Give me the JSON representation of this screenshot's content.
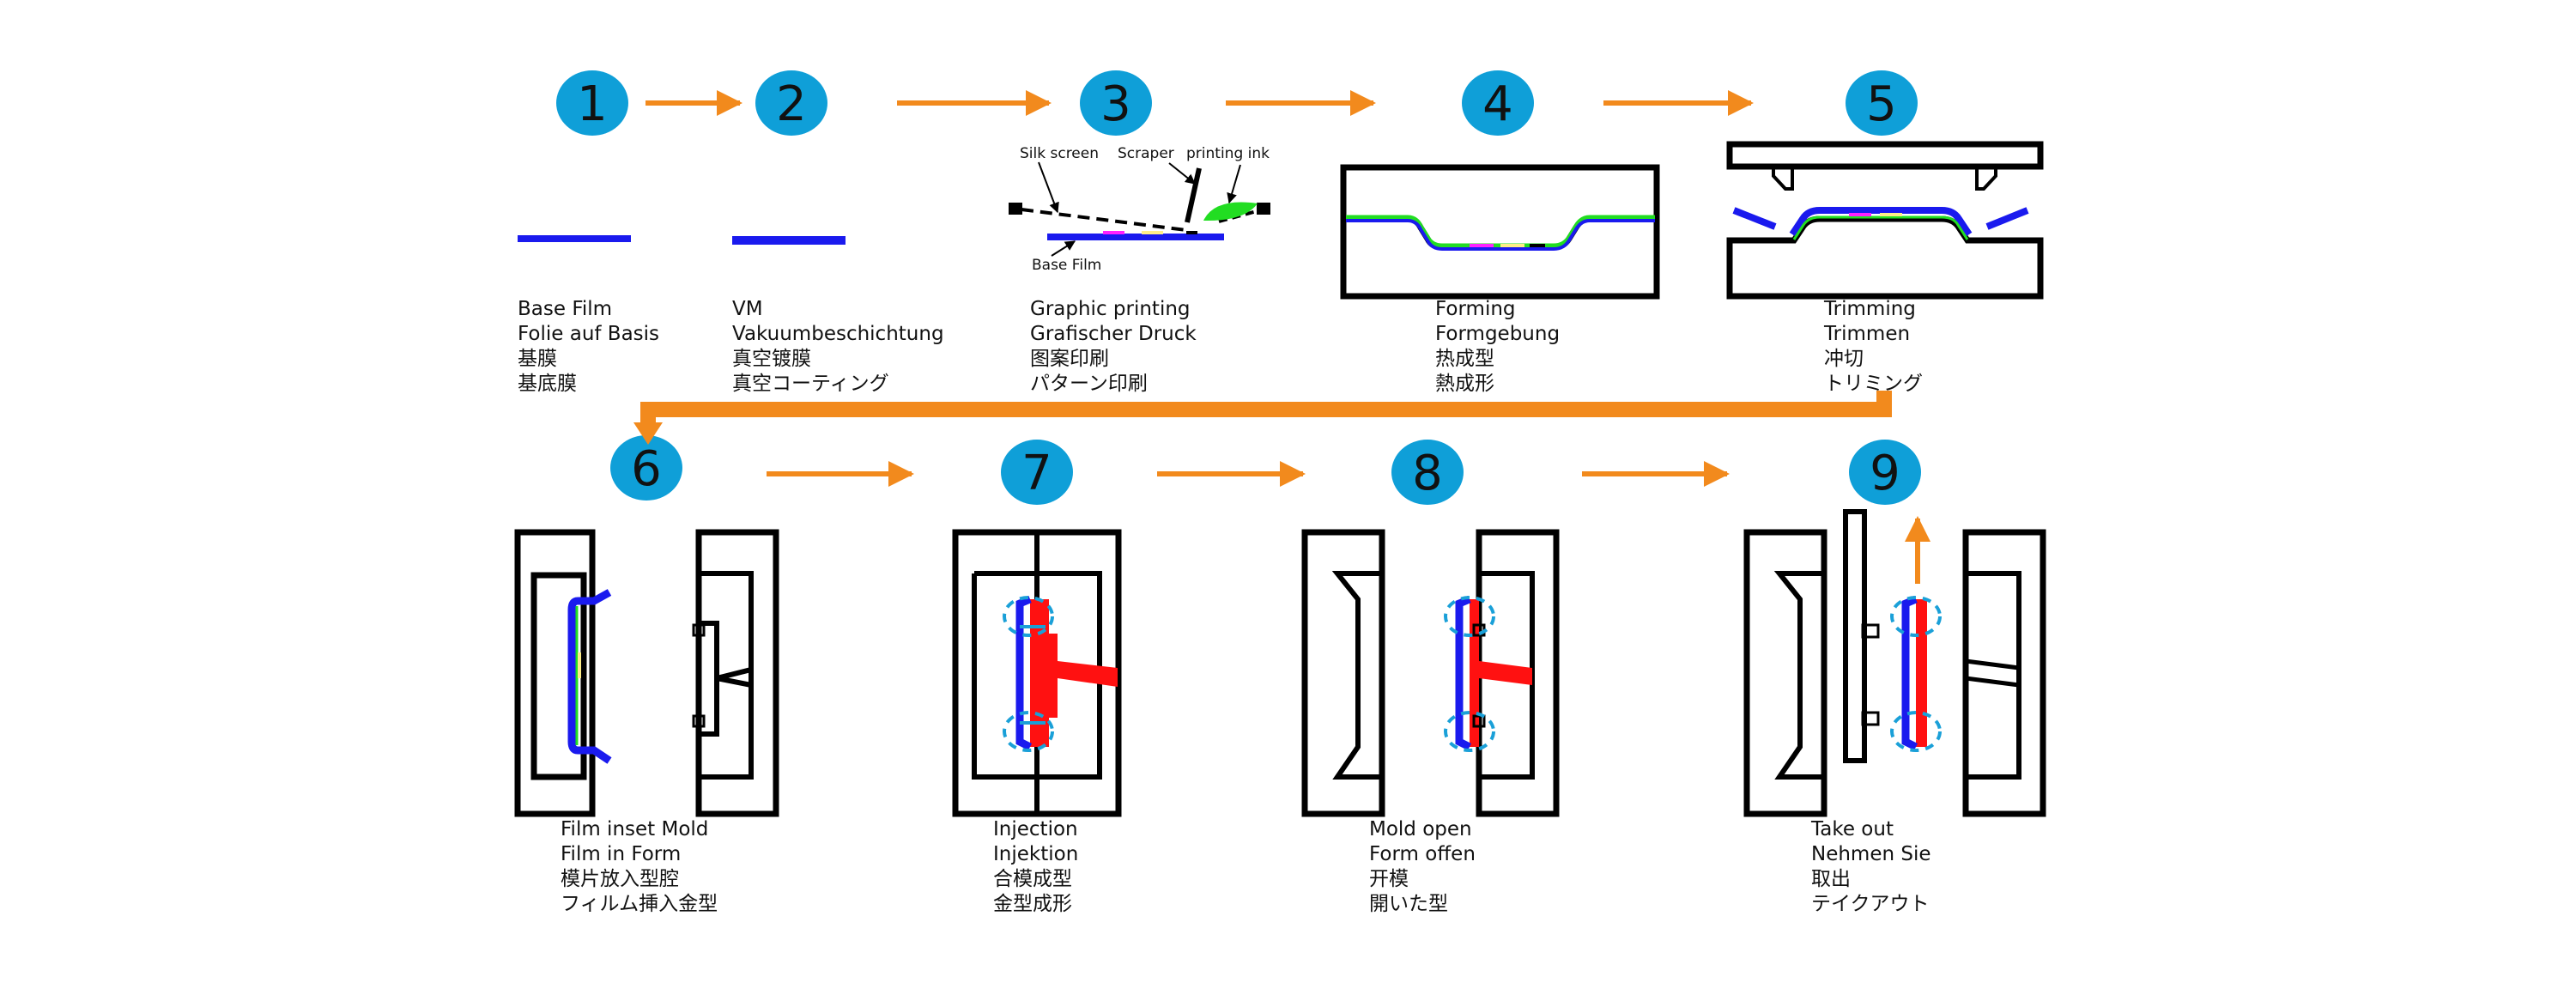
{
  "colors": {
    "badge": "#0f9fd8",
    "arrow": "#f28a1d",
    "film": "#1a1aee",
    "ink": "#22dd22",
    "resin": "#ff1111",
    "outline": "#000000",
    "pink": "#ff22ff",
    "yellow": "#ffee88",
    "dashed_ring": "#1aa0d8"
  },
  "steps": [
    {
      "number": "1",
      "lines": [
        "Base Film",
        "Folie auf Basis",
        "基膜",
        "基底膜"
      ]
    },
    {
      "number": "2",
      "lines": [
        "VM",
        "Vakuumbeschichtung",
        "真空镀膜",
        "真空コーティング"
      ]
    },
    {
      "number": "3",
      "lines": [
        "Graphic printing",
        "Grafischer Druck",
        "图案印刷",
        "パターン印刷"
      ]
    },
    {
      "number": "4",
      "lines": [
        "Forming",
        "Formgebung",
        "热成型",
        "熱成形"
      ]
    },
    {
      "number": "5",
      "lines": [
        "Trimming",
        "Trimmen",
        "冲切",
        "トリミング"
      ]
    },
    {
      "number": "6",
      "lines": [
        "Film inset Mold",
        "Film in Form",
        "模片放入型腔",
        "フィルム挿入金型"
      ]
    },
    {
      "number": "7",
      "lines": [
        "Injection",
        "Injektion",
        "合模成型",
        "金型成形"
      ]
    },
    {
      "number": "8",
      "lines": [
        "Mold open",
        "Form offen",
        "开模",
        "開いた型"
      ]
    },
    {
      "number": "9",
      "lines": [
        "Take out",
        "Nehmen Sie",
        "取出",
        "テイクアウト"
      ]
    }
  ],
  "printing_annotations": {
    "silk_screen": "Silk screen",
    "scraper": "Scraper",
    "printing_ink": "printing ink",
    "base_film": "Base Film"
  }
}
